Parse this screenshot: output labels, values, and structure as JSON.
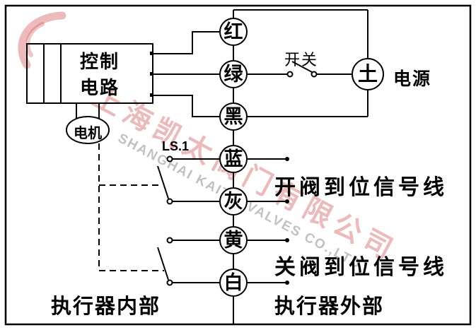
{
  "control_box": {
    "line1": "控制",
    "line2": "电路"
  },
  "motor_label": "电机",
  "switch_label": "开关",
  "power": {
    "symbol": "土",
    "label": "电源"
  },
  "ls_label": "LS.1",
  "wire_circles": [
    "红",
    "绿",
    "黑",
    "蓝",
    "灰",
    "黄",
    "白"
  ],
  "signals": {
    "open": "开阀到位信号线",
    "close": "关阀到位信号线"
  },
  "footer": {
    "left": "执行器内部",
    "right": "执行器外部"
  },
  "watermark": {
    "cn": "上海凯太阀门有限公司",
    "en": "SHANGHAI KAITAI VALVES CO.,LTD"
  },
  "colors": {
    "line": "#000000",
    "background": "#ffffff",
    "watermark_red": "#d45c5c",
    "watermark_gray": "#8f8f8f"
  }
}
